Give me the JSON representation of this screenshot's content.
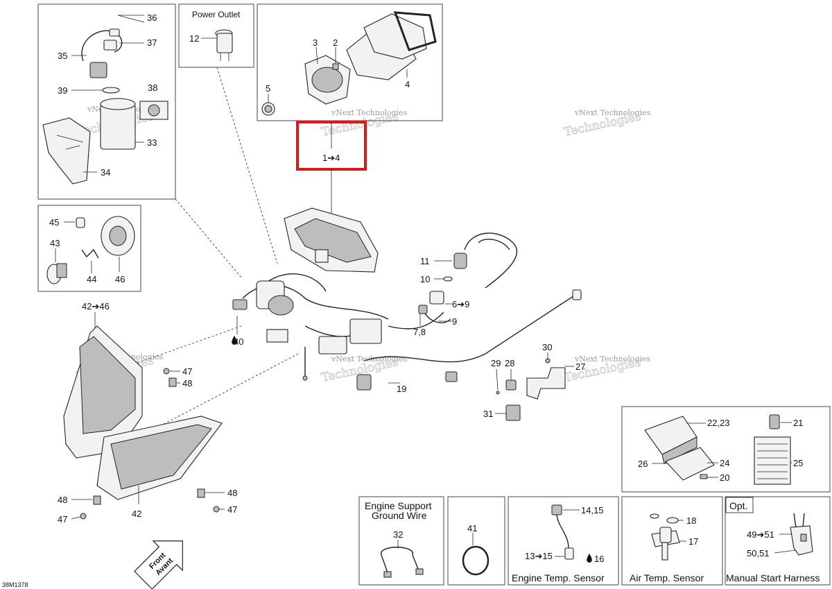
{
  "diagram_code": "38M1378",
  "watermark": {
    "line1": "vNext Technologies",
    "line2": "Technologies"
  },
  "boxes": {
    "power_outlet_title": "Power Outlet",
    "engine_support_title_1": "Engine Support",
    "engine_support_title_2": "Ground Wire",
    "engine_temp_title": "Engine Temp. Sensor",
    "air_temp_title": "Air Temp. Sensor",
    "manual_start_title": "Manual Start Harness",
    "opt_label": "Opt."
  },
  "highlight_label": "1➔4",
  "front_arrow": {
    "line1": "Front",
    "line2": "Avant"
  },
  "callouts": {
    "c36": "36",
    "c37": "37",
    "c35": "35",
    "c39": "39",
    "c38": "38",
    "c33": "33",
    "c34": "34",
    "c12": "12",
    "c3": "3",
    "c2": "2",
    "c5": "5",
    "c4": "4",
    "c45": "45",
    "c43": "43",
    "c44": "44",
    "c46": "46",
    "c42_46": "42➔46",
    "c11": "11",
    "c10": "10",
    "c6_9": "6➔9",
    "c9": "9",
    "c7_8": "7,8",
    "c40": "40",
    "c47a": "47",
    "c48a": "48",
    "c30": "30",
    "c29": "29",
    "c28": "28",
    "c27": "27",
    "c19": "19",
    "c31": "31",
    "c22_23": "22,23",
    "c21": "21",
    "c26": "26",
    "c24": "24",
    "c25": "25",
    "c20": "20",
    "c48b": "48",
    "c47b": "47",
    "c42": "42",
    "c48c": "48",
    "c47c": "47",
    "c32": "32",
    "c41": "41",
    "c14_15": "14,15",
    "c13_15": "13➔15",
    "c16": "16",
    "c18": "18",
    "c17": "17",
    "c49_51": "49➔51",
    "c50_51": "50,51"
  }
}
